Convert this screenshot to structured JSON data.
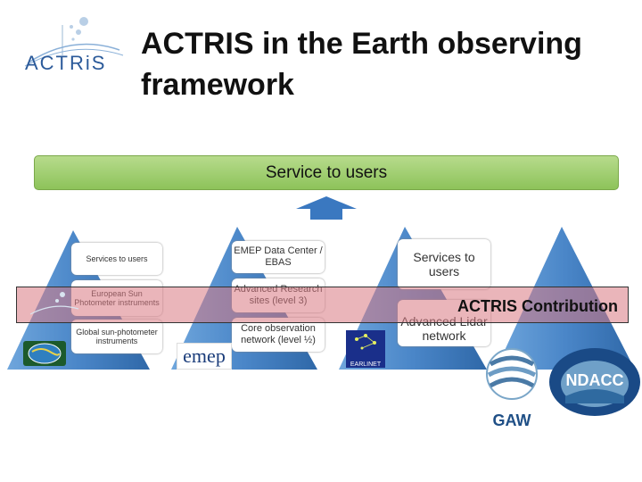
{
  "logo": {
    "text": "ACTRiS"
  },
  "title": "ACTRIS in the Earth observing framework",
  "service_bar": "Service to users",
  "contribution_label": "ACTRIS Contribution",
  "pyramid1": {
    "boxes": [
      "Services to users",
      "European Sun Photometer instruments",
      "Global sun-photometer instruments"
    ]
  },
  "pyramid2": {
    "boxes": [
      "EMEP Data Center / EBAS",
      "Advanced Research sites (level 3)",
      "Core observation network (level ½)"
    ],
    "logo": "emep"
  },
  "pyramid3": {
    "boxes": [
      "Services to users",
      "Advanced Lidar network"
    ],
    "logo": "EARLINET"
  },
  "gaw": "GAW",
  "ndacc": "NDACC",
  "colors": {
    "service_bar": "#8dc35a",
    "pyramid": "#3a78c0",
    "band": "#d87882",
    "arrow": "#3a78c0"
  }
}
